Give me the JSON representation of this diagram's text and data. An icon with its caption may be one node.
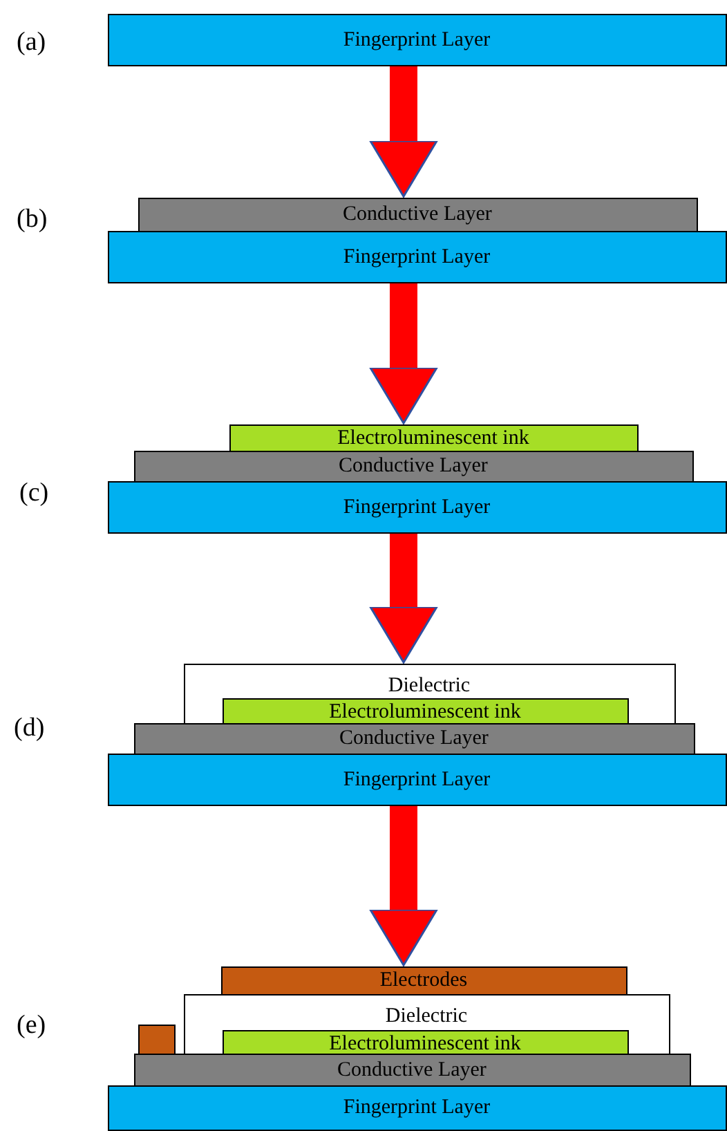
{
  "diagram": {
    "nodes": [
      {
        "text": [
          "Fingerprint Layer"
        ]
      },
      {
        "text": [
          "Conductive Layer"
        ]
      },
      {
        "text": [
          "Fingerprint Layer"
        ]
      },
      {
        "text": [
          "Electroluminescent ink"
        ]
      },
      {
        "text": [
          "Conductive Layer"
        ]
      },
      {
        "text": [
          "Fingerprint Layer"
        ]
      },
      {
        "text": [
          "Dielectric"
        ]
      },
      {
        "text": [
          "Electroluminescent ink"
        ],
        "in": 6
      },
      {
        "text": [
          "Conductive Layer"
        ]
      },
      {
        "text": [
          "Fingerprint Layer"
        ]
      },
      {
        "text": [
          "Electrodes"
        ]
      },
      {
        "text": [
          "Dielectric"
        ]
      },
      {
        "text": [
          "Electroluminescent ink"
        ],
        "in": 11
      },
      {
        "text": [],
        "shape": "box"
      },
      {
        "text": [
          "Conductive Layer"
        ]
      },
      {
        "text": [
          "Fingerprint Layer"
        ]
      }
    ],
    "edges": [
      {
        "from": 0,
        "to": 1,
        "arrow": "to"
      },
      {
        "from": 2,
        "to": 3,
        "arrow": "to"
      },
      {
        "from": 5,
        "to": 6,
        "arrow": "to"
      },
      {
        "from": 9,
        "to": 10,
        "arrow": "to"
      }
    ],
    "labels": [
      "(a)",
      "(b)",
      "(c)",
      "(d)",
      "(e)"
    ]
  }
}
